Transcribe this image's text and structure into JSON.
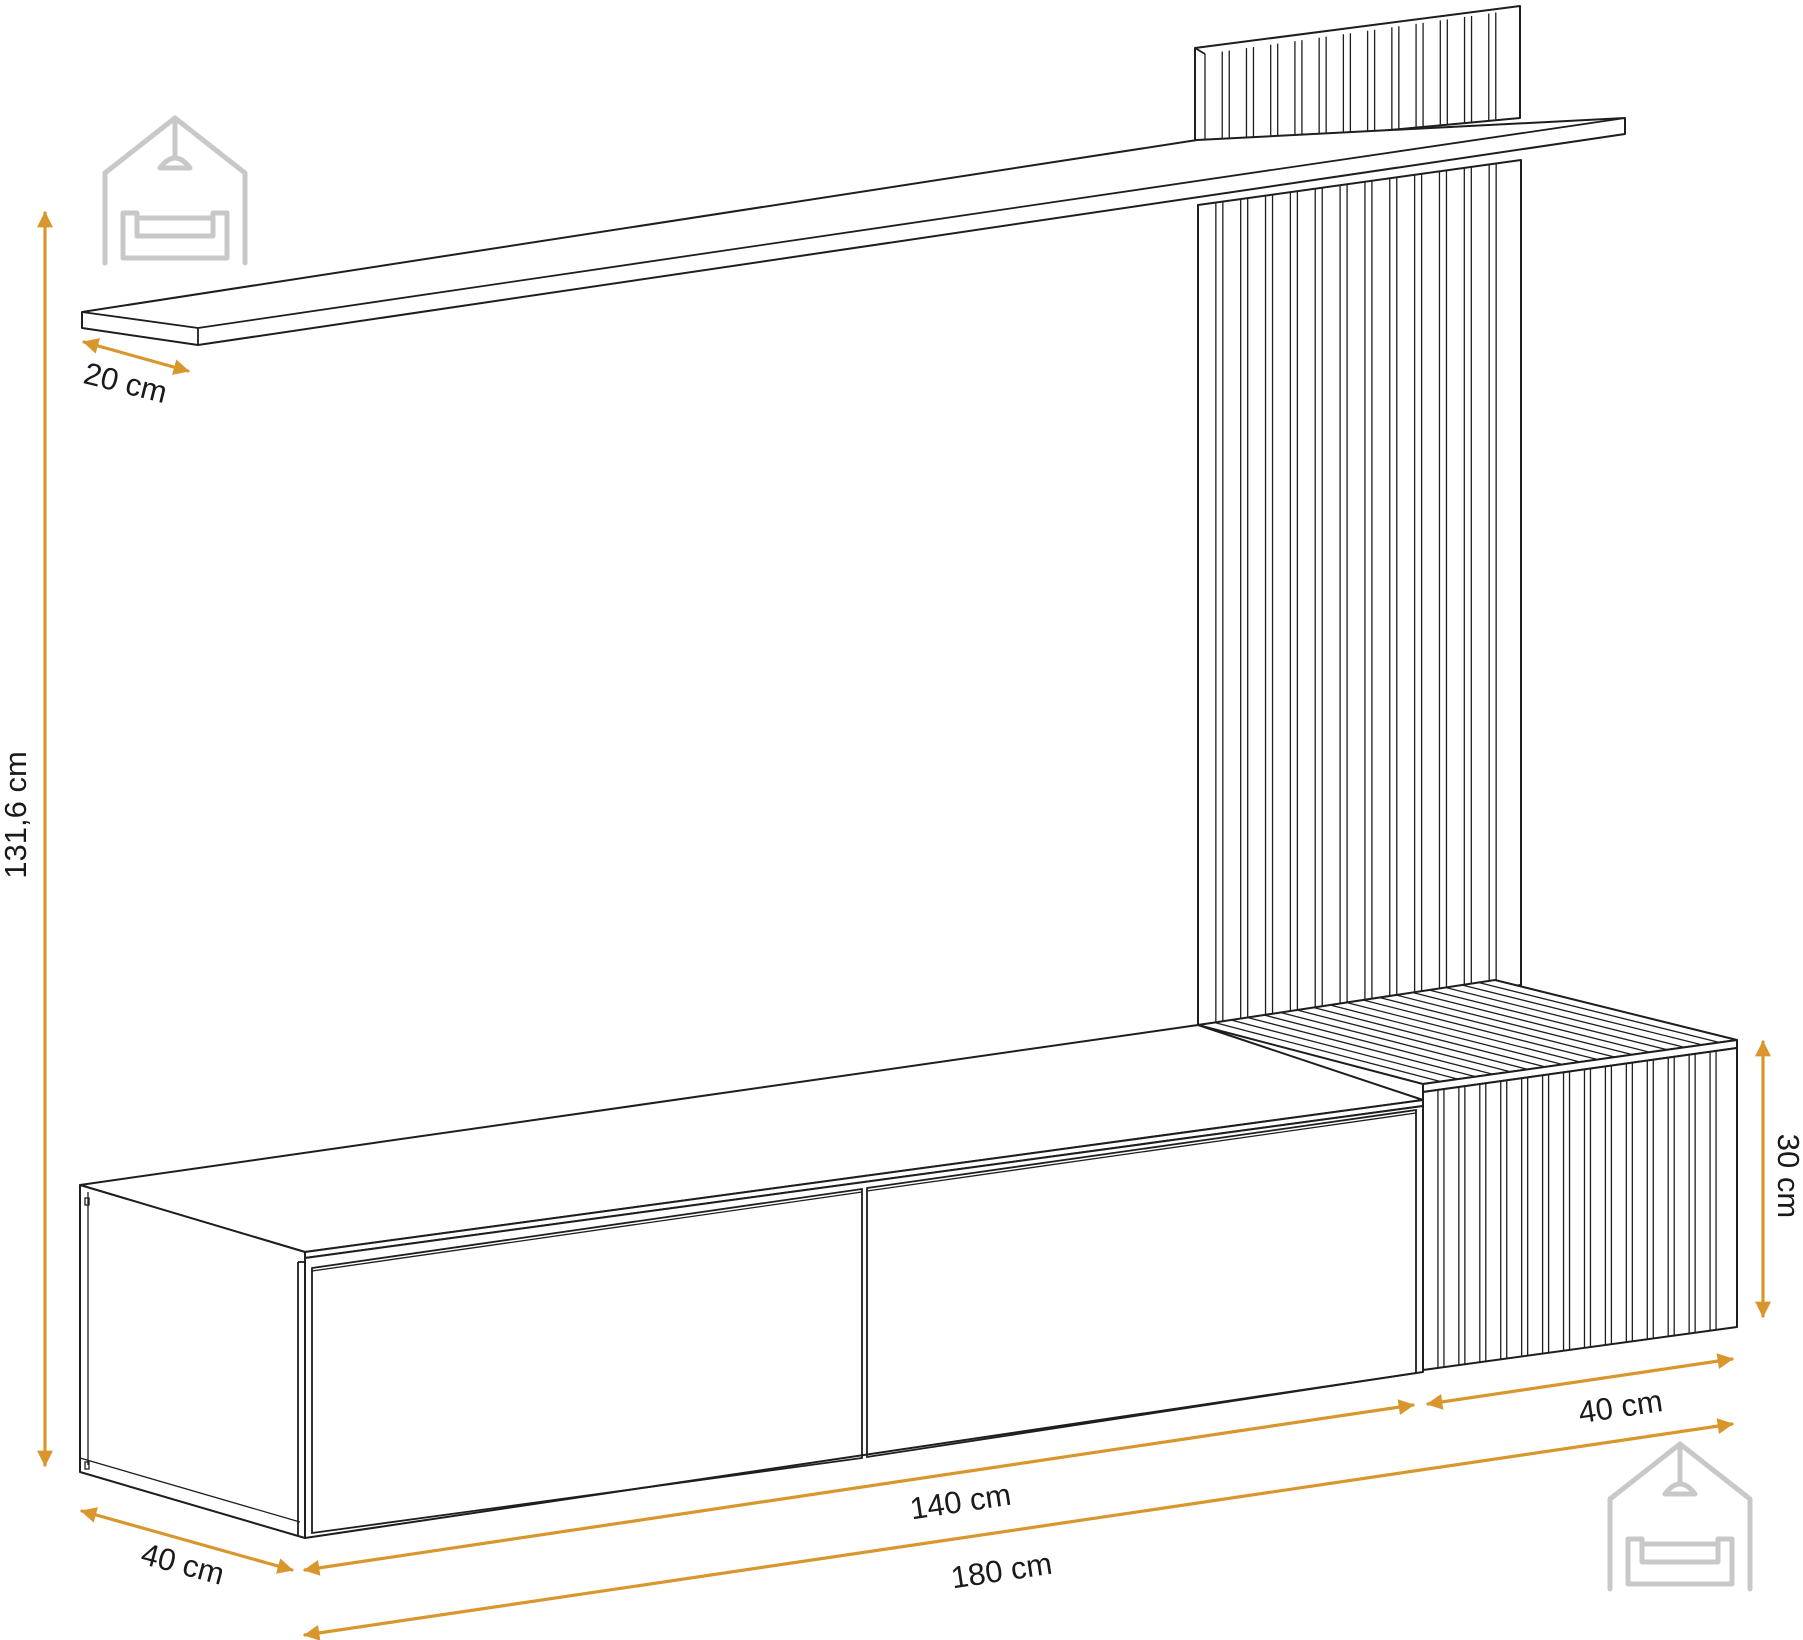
{
  "dimensions": {
    "height": "131,6 cm",
    "shelf_depth": "20 cm",
    "cabinet_depth": "40 cm",
    "cabinet_width": "140 cm",
    "total_width": "180 cm",
    "side_unit_width": "40 cm",
    "side_unit_height": "30 cm"
  },
  "colors": {
    "dimension_line": "#d9962c",
    "outline": "#1e1e1e",
    "logo": "#c8c8c8"
  },
  "icons": [
    "house-sofa-logo-icon",
    "house-sofa-logo-icon"
  ]
}
